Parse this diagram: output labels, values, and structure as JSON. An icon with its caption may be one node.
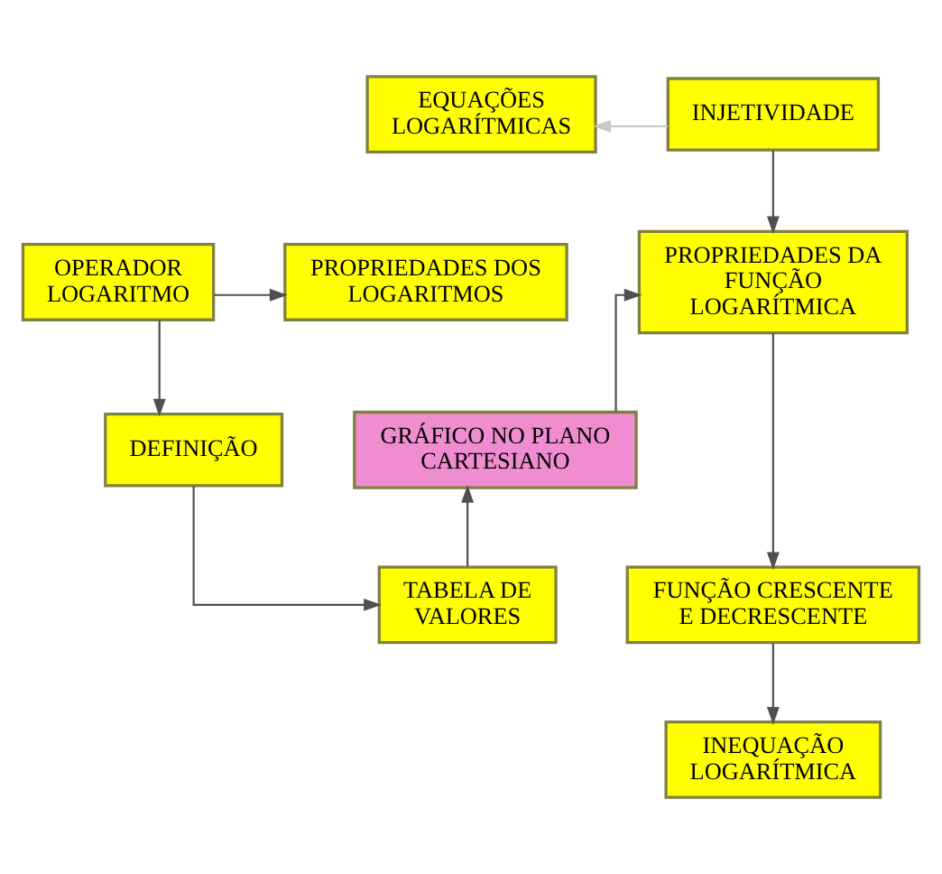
{
  "diagram": {
    "nodes": [
      {
        "text": [
          "EQUAÇÕES LOGARÍTMICAS"
        ]
      },
      {
        "text": [
          "INJETIVIDADE"
        ]
      },
      {
        "text": [
          "OPERADOR LOGARITMO"
        ]
      },
      {
        "text": [
          "PROPRIEDADES DOS LOGARITMOS"
        ]
      },
      {
        "text": [
          "PROPRIEDADES DA FUNÇÃO LOGARÍTMICA"
        ]
      },
      {
        "text": [
          "DEFINIÇÃO"
        ]
      },
      {
        "text": [
          "GRÁFICO NO PLANO CARTESIANO"
        ]
      },
      {
        "text": [
          "TABELA DE VALORES"
        ]
      },
      {
        "text": [
          "FUNÇÃO CRESCENTE E DECRESCENTE"
        ]
      },
      {
        "text": [
          "INEQUAÇÃO LOGARÍTMICA"
        ]
      }
    ],
    "edges": [
      {
        "from": 1,
        "to": 0,
        "arrow": "to",
        "color": "#c8c8c8"
      },
      {
        "from": 1,
        "to": 4,
        "arrow": "to"
      },
      {
        "from": 2,
        "to": 3,
        "arrow": "to"
      },
      {
        "from": 2,
        "to": 5,
        "arrow": "to"
      },
      {
        "from": 5,
        "to": 7,
        "arrow": "to"
      },
      {
        "from": 7,
        "to": 6,
        "arrow": "to"
      },
      {
        "from": 6,
        "to": 4,
        "arrow": "to"
      },
      {
        "from": 4,
        "to": 8,
        "arrow": "to"
      },
      {
        "from": 8,
        "to": 9,
        "arrow": "to"
      }
    ]
  }
}
